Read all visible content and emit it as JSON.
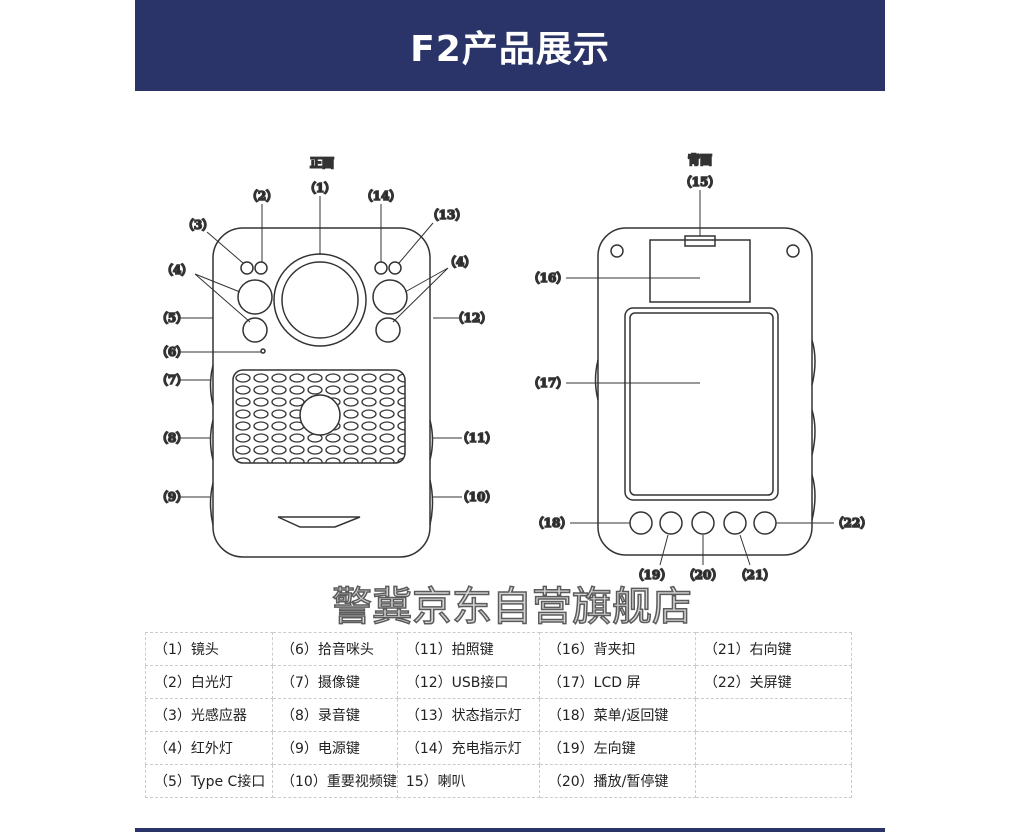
{
  "header": {
    "title": "F2产品展示",
    "color": "#2b3468"
  },
  "diagram": {
    "front_title": "正面",
    "back_title": "背面",
    "watermark": "警冀京东自营旗舰店",
    "front_labels": {
      "l1": "（1）",
      "l2": "（2）",
      "l3": "（3）",
      "l4a": "（4）",
      "l4b": "（4）",
      "l5": "（5）",
      "l6": "（6）",
      "l7": "（7）",
      "l8": "（8）",
      "l9": "（9）",
      "l10": "（10）",
      "l11": "（11）",
      "l12": "（12）",
      "l13": "（13）",
      "l14": "（14）"
    },
    "back_labels": {
      "l15": "（15）",
      "l16": "（16）",
      "l17": "（17）",
      "l18": "（18）",
      "l19": "（19）",
      "l20": "（20）",
      "l21": "（21）",
      "l22": "（22）"
    }
  },
  "table": {
    "rows": [
      [
        "（1）镜头",
        "（6）拾音咪头",
        "（11）拍照键",
        "（16）背夹扣",
        "（21）右向键"
      ],
      [
        "（2）白光灯",
        "（7）摄像键",
        "（12）USB接口",
        "（17）LCD 屏",
        "（22）关屏键"
      ],
      [
        "（3）光感应器",
        "（8）录音键",
        "（13）状态指示灯",
        "（18）菜单/返回键",
        ""
      ],
      [
        "（4）红外灯",
        "（9）电源键",
        "（14）充电指示灯",
        "（19）左向键",
        ""
      ],
      [
        "（5）Type C接口",
        "（10）重要视频键",
        "15）喇叭",
        "（20）播放/暂停键",
        ""
      ]
    ]
  }
}
